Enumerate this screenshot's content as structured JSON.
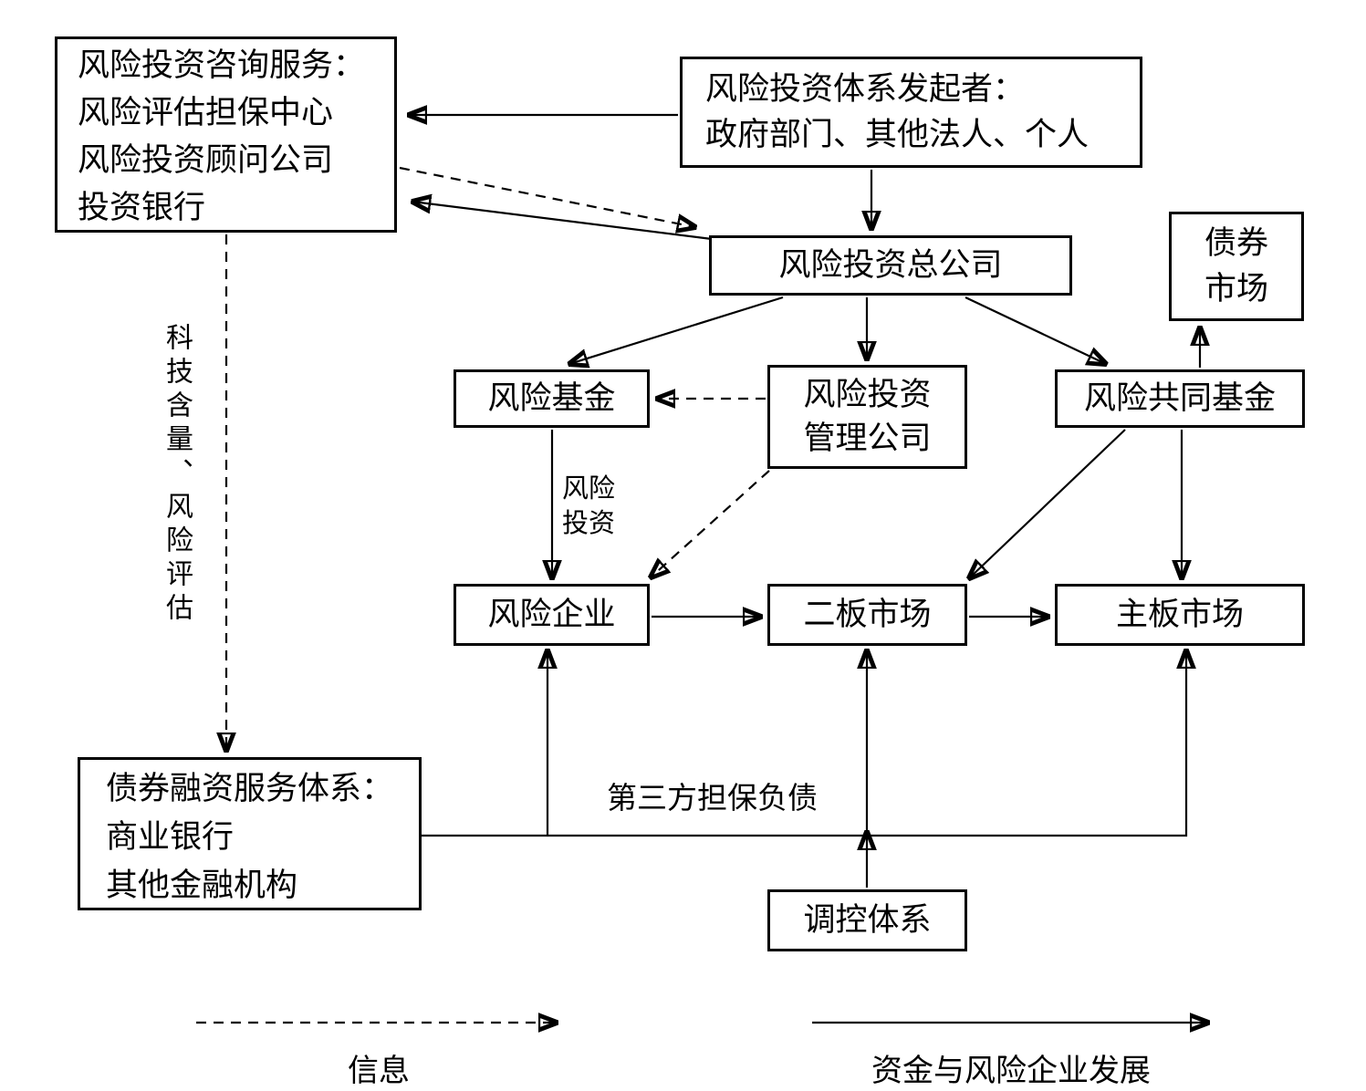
{
  "diagram": {
    "title": "venture-capital-system-structure-diagram",
    "colors": {
      "line": "#000000",
      "background": "#ffffff",
      "text": "#000000"
    },
    "boxes": {
      "consulting": {
        "lines": [
          "风险投资咨询服务：",
          "风险评估担保中心",
          "风险投资顾问公司",
          "投资银行"
        ]
      },
      "initiator": {
        "lines": [
          "风险投资体系发起者：",
          "政府部门、其他法人、个人"
        ]
      },
      "head_company": {
        "label": "风险投资总公司"
      },
      "bond_market": {
        "lines": [
          "债券",
          "市场"
        ]
      },
      "venture_fund": {
        "label": "风险基金"
      },
      "management_company": {
        "lines": [
          "风险投资",
          "管理公司"
        ]
      },
      "mutual_fund": {
        "label": "风险共同基金"
      },
      "venture_enterprise": {
        "label": "风险企业"
      },
      "second_board": {
        "label": "二板市场"
      },
      "main_board": {
        "label": "主板市场"
      },
      "bond_financing": {
        "lines": [
          "债券融资服务体系：",
          "商业银行",
          "其他金融机构"
        ]
      },
      "regulation": {
        "label": "调控体系"
      }
    },
    "edge_labels": {
      "tech_content_risk_eval": "科技含量、风险评估",
      "venture_investment": [
        "风险",
        "投资"
      ],
      "third_party_guarantee": "第三方担保负债"
    },
    "legend": {
      "dashed_label": "信息",
      "solid_label": "资金与风险企业发展"
    }
  }
}
